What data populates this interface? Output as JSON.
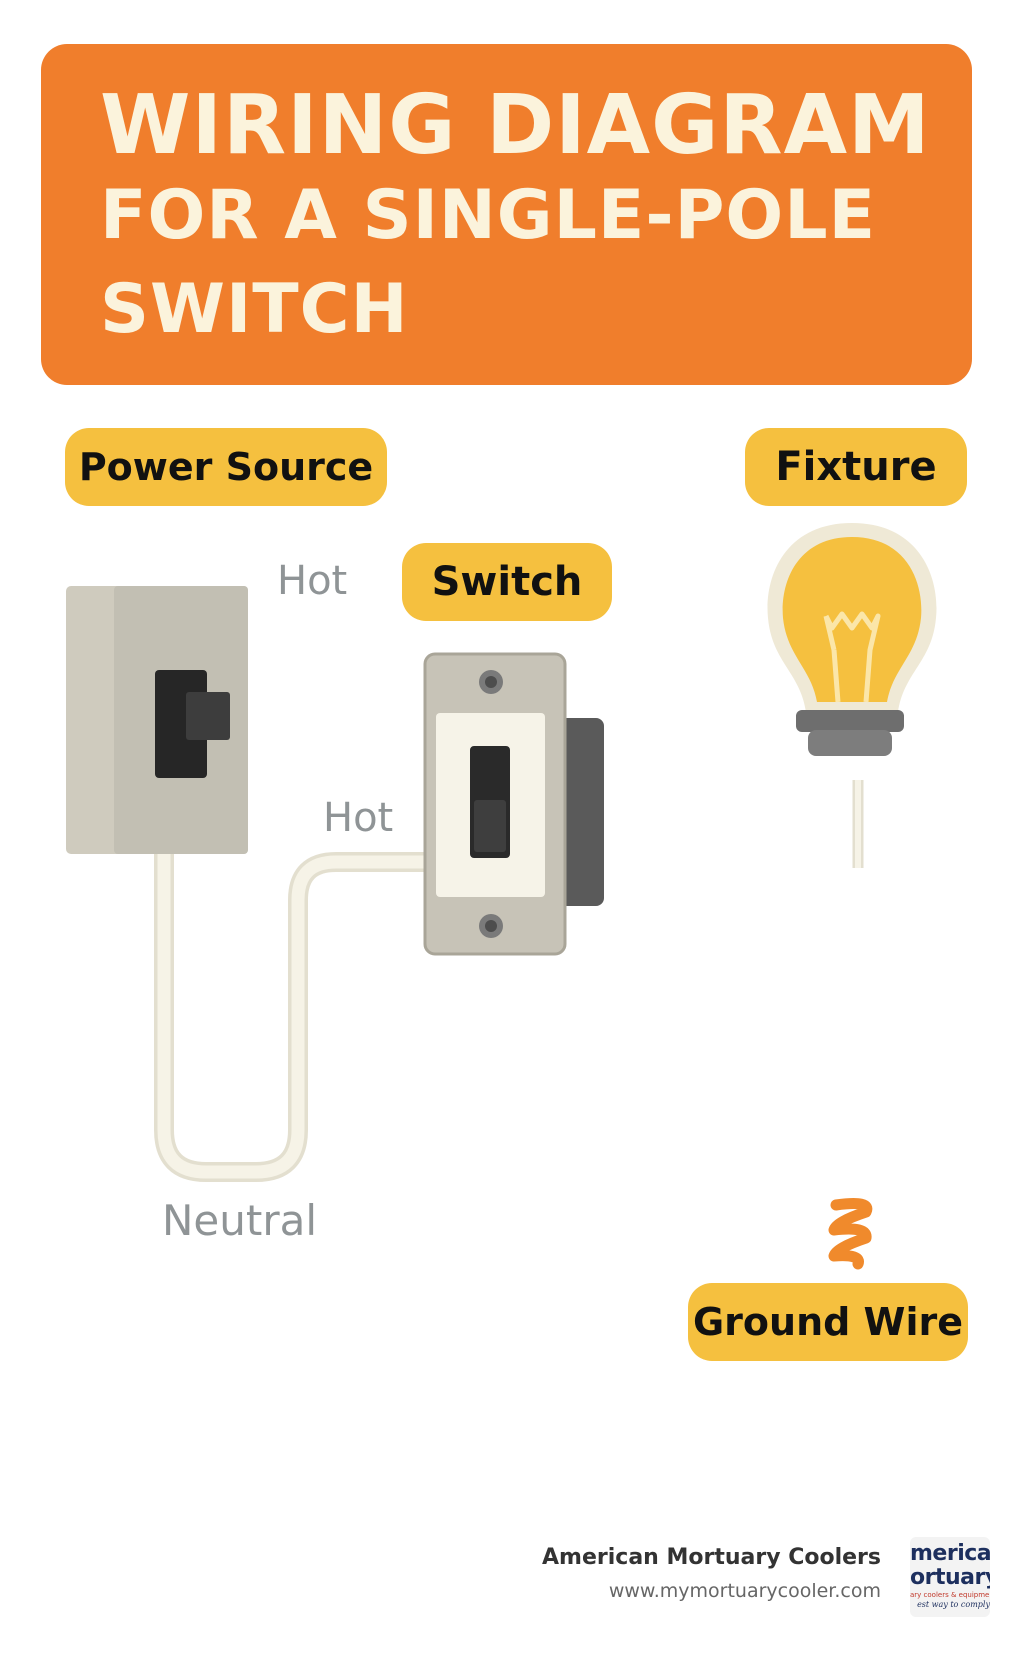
{
  "title": {
    "line1": "WIRING DIAGRAM",
    "line2": "FOR A SINGLE-POLE",
    "line3": "SWITCH"
  },
  "labels": {
    "power_source": "Power Source",
    "fixture": "Fixture",
    "switch": "Switch",
    "ground_wire": "Ground Wire"
  },
  "wires": {
    "hot_top": "Hot",
    "hot_mid": "Hot",
    "neutral": "Neutral"
  },
  "footer": {
    "company": "American Mortuary Coolers",
    "url": "www.mymortuarycooler.com",
    "logo_line1": "merican",
    "logo_line2": "ortuary",
    "logo_line3": "ary coolers & equipment",
    "logo_line4": "est way to comply"
  },
  "colors": {
    "banner": "#f07e2c",
    "pill": "#f5c03f",
    "wire": "#f4f0e2",
    "bulb": "#f5c03f",
    "ground_spiral": "#f08a2c"
  },
  "icons": [
    "power-source-box-icon",
    "switch-icon",
    "light-bulb-icon",
    "ground-spiral-icon"
  ]
}
